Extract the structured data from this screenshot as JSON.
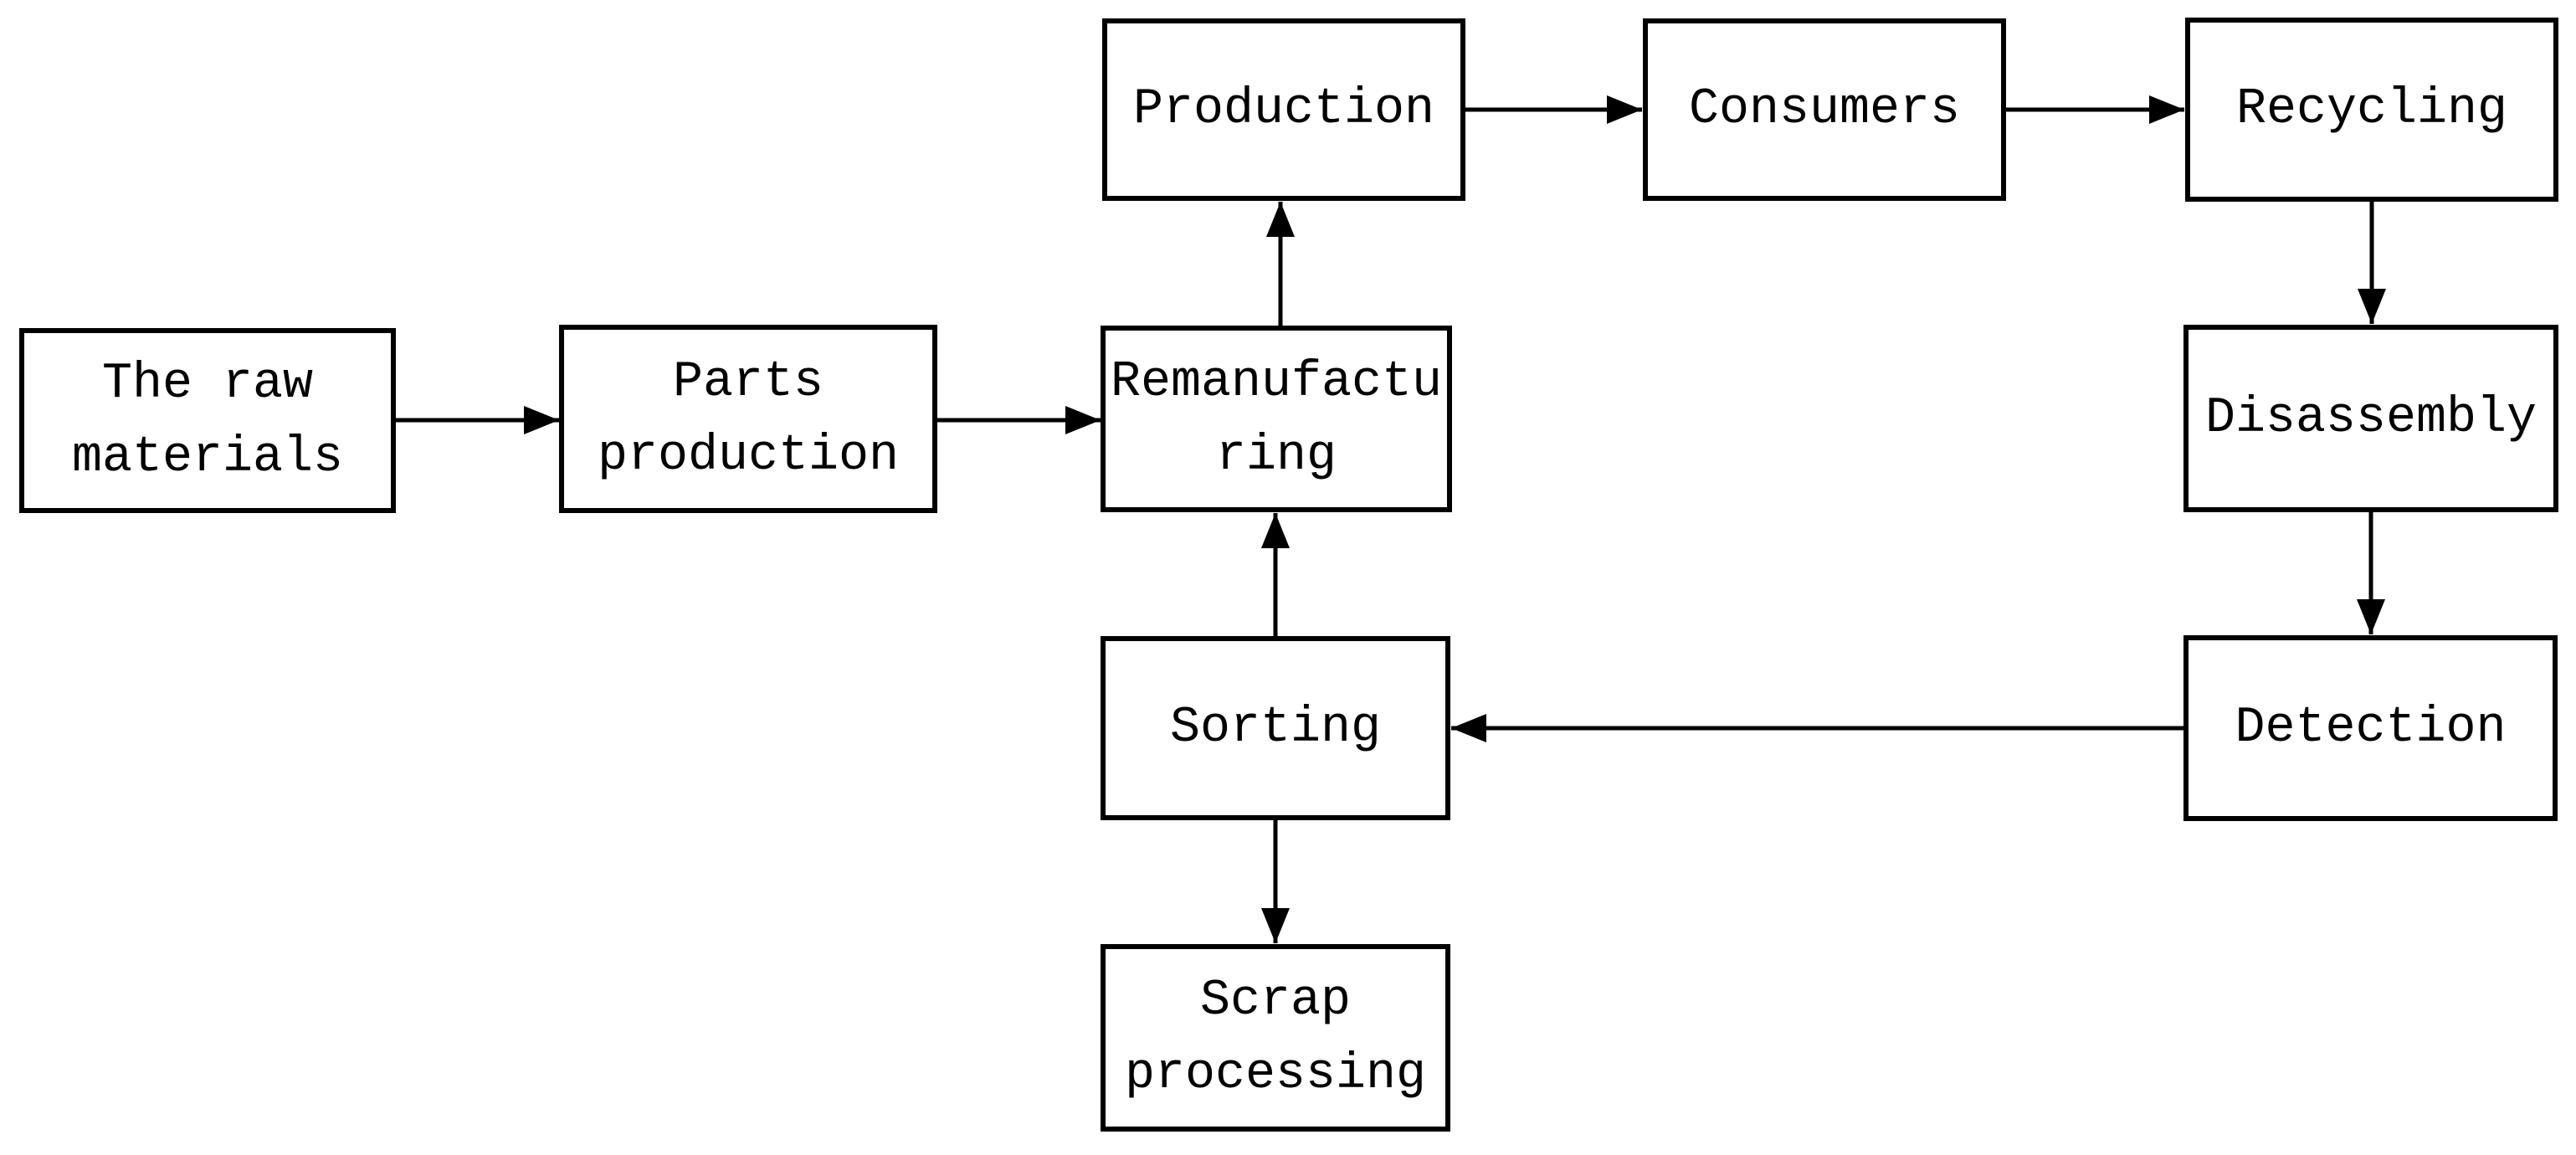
{
  "diagram": {
    "type": "flowchart",
    "nodes": {
      "raw_materials": {
        "label": "The raw\nmaterials"
      },
      "parts_production": {
        "label": "Parts\nproduction"
      },
      "remanufacturing": {
        "label": "Remanufactu\nring"
      },
      "production": {
        "label": "Production"
      },
      "consumers": {
        "label": "Consumers"
      },
      "recycling": {
        "label": "Recycling"
      },
      "disassembly": {
        "label": "Disassembly"
      },
      "detection": {
        "label": "Detection"
      },
      "sorting": {
        "label": "Sorting"
      },
      "scrap_processing": {
        "label": "Scrap\nprocessing"
      }
    },
    "edges": [
      {
        "from": "raw_materials",
        "to": "parts_production"
      },
      {
        "from": "parts_production",
        "to": "remanufacturing"
      },
      {
        "from": "remanufacturing",
        "to": "production"
      },
      {
        "from": "production",
        "to": "consumers"
      },
      {
        "from": "consumers",
        "to": "recycling"
      },
      {
        "from": "recycling",
        "to": "disassembly"
      },
      {
        "from": "disassembly",
        "to": "detection"
      },
      {
        "from": "detection",
        "to": "sorting"
      },
      {
        "from": "sorting",
        "to": "remanufacturing"
      },
      {
        "from": "sorting",
        "to": "scrap_processing"
      }
    ],
    "colors": {
      "background": "#ffffff",
      "box_fill": "#ffffff",
      "box_border": "#000000",
      "line": "#000000",
      "text": "#000000"
    }
  }
}
